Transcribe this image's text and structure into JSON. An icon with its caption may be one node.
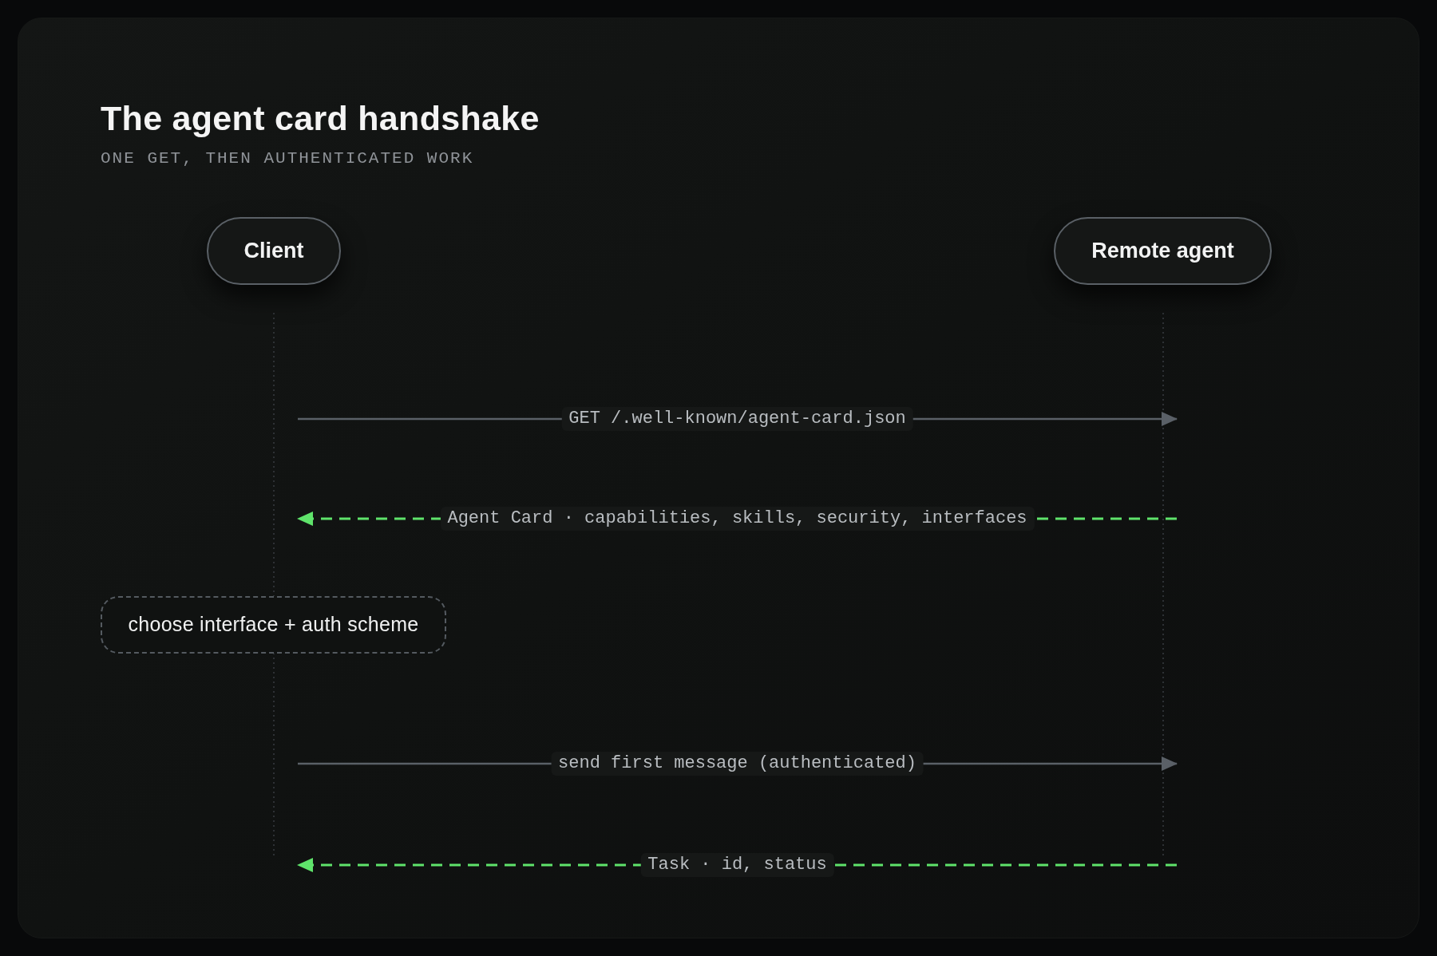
{
  "diagram": {
    "title": "The agent card handshake",
    "nodes": [
      {
        "text": [
          "Client"
        ]
      },
      {
        "text": [
          "Remote agent"
        ]
      },
      {
        "text": [
          "choose interface + auth scheme"
        ]
      }
    ],
    "edges": [
      {
        "from": 0,
        "to": 1,
        "arrow": "to",
        "label": "GET /.well-known/agent-card.json"
      },
      {
        "from": 1,
        "to": 0,
        "arrow": "to",
        "label": "Agent Card · capabilities, skills, security, interfaces",
        "style": "dashed",
        "color": "#5fe36b"
      },
      {
        "from": 0,
        "to": 1,
        "arrow": "to",
        "label": "send first message (authenticated)"
      },
      {
        "from": 1,
        "to": 0,
        "arrow": "to",
        "label": "Task · id, status",
        "style": "dashed",
        "color": "#5fe36b"
      }
    ],
    "labels": [
      "ONE GET, THEN AUTHENTICATED WORK"
    ]
  }
}
